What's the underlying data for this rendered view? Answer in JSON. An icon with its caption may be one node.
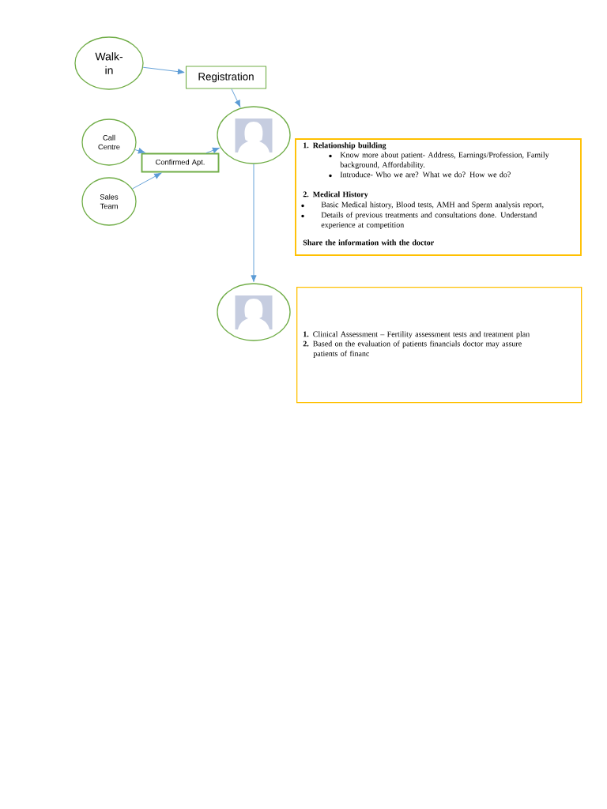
{
  "diagram": {
    "nodes": [
      {
        "text": [
          "Walk- in"
        ]
      },
      {
        "text": [
          "Registration"
        ]
      },
      {
        "text": [
          "Call Centre"
        ]
      },
      {
        "text": [
          "Sales Team"
        ]
      },
      {
        "text": [
          "Confirmed Apt."
        ]
      },
      {
        "text": [],
        "shape": "circle"
      },
      {
        "text": [
          "1. Relationship building",
          "Know more about patient- Address, Earnings/Profession, Family background, Affordability.",
          "Introduce- Who we are? What we do? How we do?",
          "2. Medical History",
          "Basic Medical history, Blood tests, AMH and Sperm analysis report,",
          "Details of previous treatments and consultations done. Understand experience at competition",
          "Share the information with the doctor"
        ]
      },
      {
        "text": [],
        "shape": "circle"
      },
      {
        "text": [
          "**1.** Clinical Assessment – Fertility assessment tests and treatment plan",
          "**2.** Based on the evaluation of patients financials doctor may assure patients of financ"
        ]
      }
    ],
    "edges": [
      {
        "from": 0,
        "to": 1,
        "arrow": "to"
      },
      {
        "from": 1,
        "to": 5,
        "arrow": "to"
      },
      {
        "from": 2,
        "to": 4,
        "arrow": "to"
      },
      {
        "from": 3,
        "to": 4,
        "arrow": "to"
      },
      {
        "from": 4,
        "to": 5,
        "arrow": "to"
      },
      {
        "from": 5,
        "to": 7,
        "arrow": "to"
      }
    ]
  }
}
